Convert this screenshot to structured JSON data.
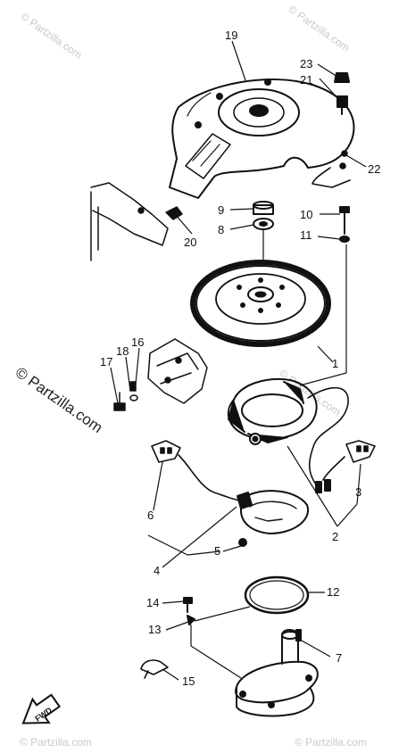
{
  "watermark": {
    "main": "© Partzilla.com",
    "faint": "© Partzilla.com"
  },
  "fwd_label": "FWD",
  "callouts": [
    {
      "id": "c1",
      "label": "1"
    },
    {
      "id": "c2",
      "label": "2"
    },
    {
      "id": "c3",
      "label": "3"
    },
    {
      "id": "c4",
      "label": "4"
    },
    {
      "id": "c5",
      "label": "5"
    },
    {
      "id": "c6",
      "label": "6"
    },
    {
      "id": "c7",
      "label": "7"
    },
    {
      "id": "c8",
      "label": "8"
    },
    {
      "id": "c9",
      "label": "9"
    },
    {
      "id": "c10",
      "label": "10"
    },
    {
      "id": "c11",
      "label": "11"
    },
    {
      "id": "c12",
      "label": "12"
    },
    {
      "id": "c13",
      "label": "13"
    },
    {
      "id": "c14",
      "label": "14"
    },
    {
      "id": "c15",
      "label": "15"
    },
    {
      "id": "c16",
      "label": "16"
    },
    {
      "id": "c17",
      "label": "17"
    },
    {
      "id": "c18",
      "label": "18"
    },
    {
      "id": "c19",
      "label": "19"
    },
    {
      "id": "c20",
      "label": "20"
    },
    {
      "id": "c21",
      "label": "21"
    },
    {
      "id": "c22",
      "label": "22"
    },
    {
      "id": "c23",
      "label": "23"
    }
  ]
}
